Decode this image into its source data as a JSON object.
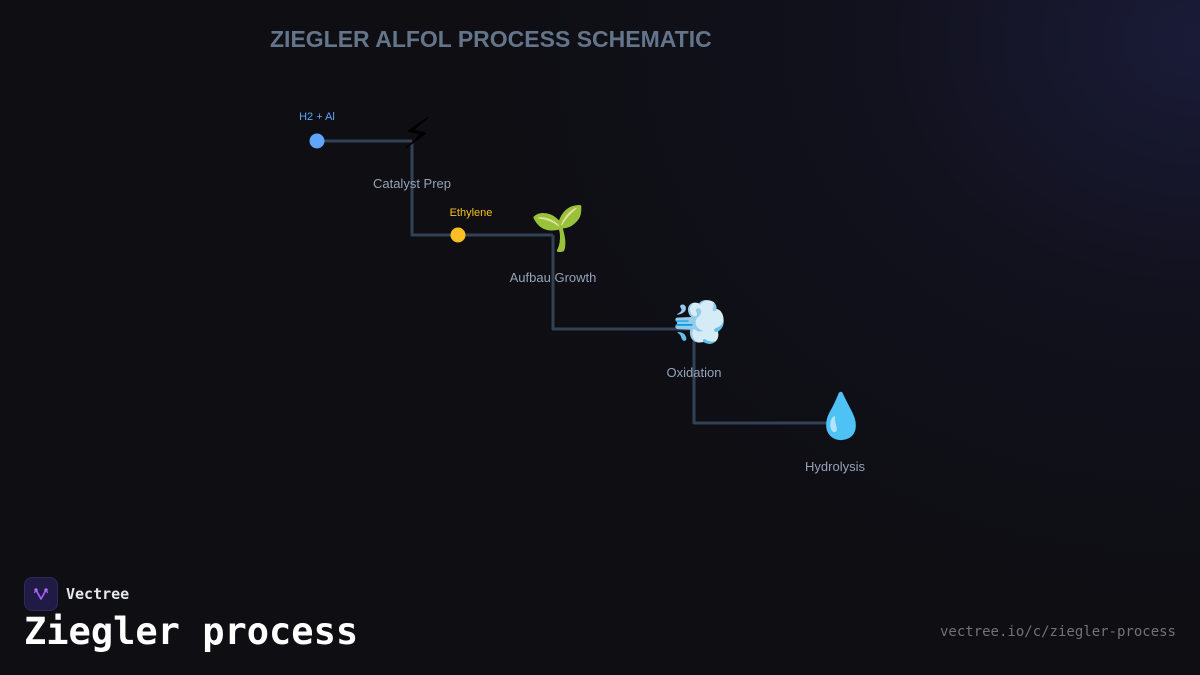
{
  "diagram": {
    "title": "ZIEGLER ALFOL PROCESS SCHEMATIC",
    "line_color": "#334155",
    "nodes": [
      {
        "label": "Catalyst Prep",
        "icon": "⚡",
        "icon_name": "lightning-icon"
      },
      {
        "label": "Aufbau Growth",
        "icon": "🌱",
        "icon_name": "seedling-icon"
      },
      {
        "label": "Oxidation",
        "icon": "💨",
        "icon_name": "wind-icon"
      },
      {
        "label": "Hydrolysis",
        "icon": "💧",
        "icon_name": "droplet-icon"
      }
    ],
    "inputs": [
      {
        "label": "H2 + Al",
        "color": "#60a5fa"
      },
      {
        "label": "Ethylene",
        "color": "#fbbf24"
      }
    ]
  },
  "footer": {
    "brand": "Vectree",
    "title": "Ziegler process",
    "url": "vectree.io/c/ziegler-process"
  }
}
